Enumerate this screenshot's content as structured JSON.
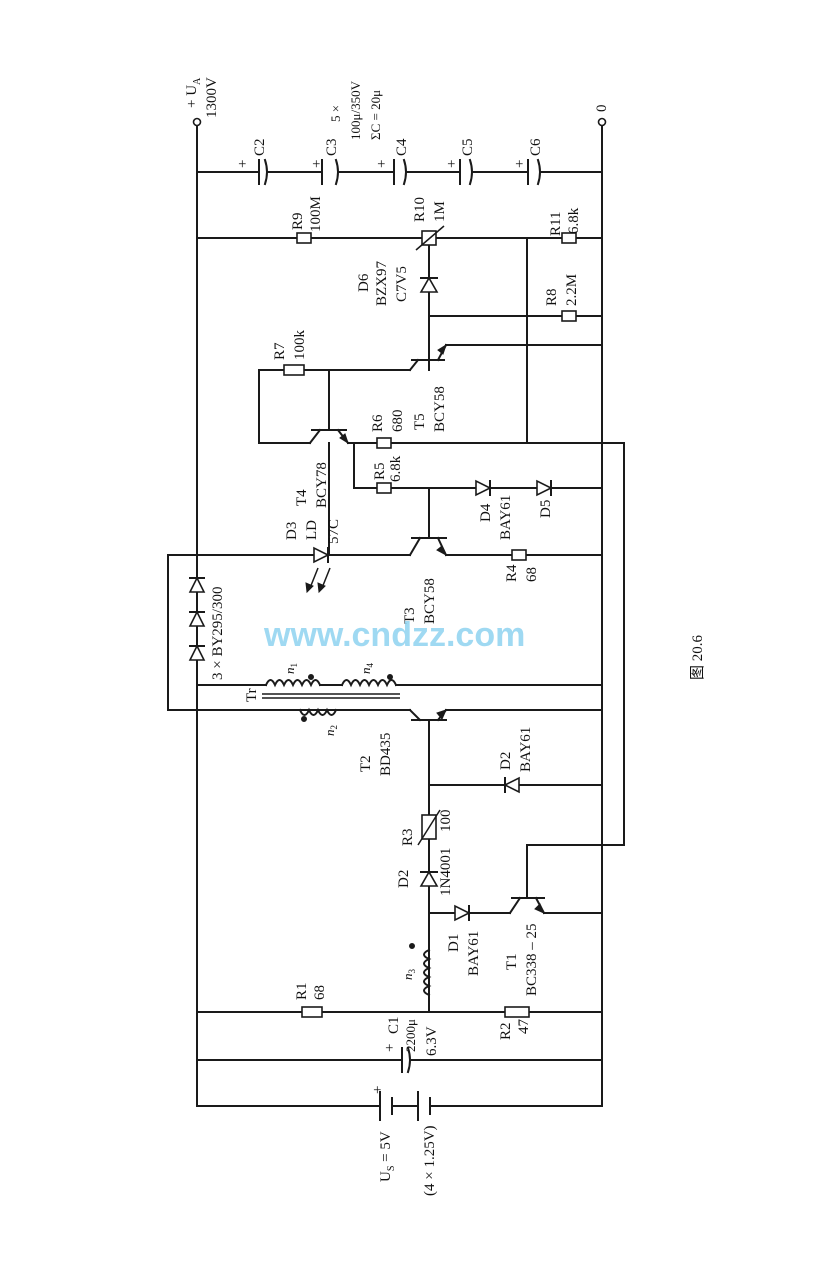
{
  "figure": {
    "caption": "图 20.6",
    "watermark": "www.cndzz.com"
  },
  "supply": {
    "output_label": "+ U_A",
    "output_label_main": "+ U",
    "output_label_sub": "A",
    "output_voltage": "1300V",
    "ground_label": "0",
    "input_label_main": "U",
    "input_label_sub": "S",
    "input_label_value": " = 5V",
    "input_battery": "(4 × 1.25V)"
  },
  "capacitors": {
    "note_line1": "5 ×",
    "note_line2": "100μ/350V",
    "note_line3": "ΣC = 20μ",
    "plus": "+",
    "c2": "C2",
    "c3": "C3",
    "c4": "C4",
    "c5": "C5",
    "c6": "C6",
    "c1_name": "C1",
    "c1_value": "2200μ",
    "c1_voltage": "6.3V"
  },
  "resistors": {
    "r1_name": "R1",
    "r1_value": "68",
    "r2_name": "R2",
    "r2_value": "47",
    "r3_name": "R3",
    "r3_value": "100",
    "r4_name": "R4",
    "r4_value": "68",
    "r5_name": "R5",
    "r5_value": "6.8k",
    "r6_name": "R6",
    "r6_value": "680",
    "r7_name": "R7",
    "r7_value": "100k",
    "r8_name": "R8",
    "r8_value": "2.2M",
    "r9_name": "R9",
    "r9_value": "100M",
    "r10_name": "R10",
    "r10_value": "1M",
    "r11_name": "R11",
    "r11_value": "6.8k"
  },
  "semiconductors": {
    "t1_name": "T1",
    "t1_type": "BC338 – 25",
    "t2_name": "T2",
    "t2_type": "BD435",
    "t3_name": "T3",
    "t3_type": "BCY58",
    "t4_name": "T4",
    "t4_type": "BCY78",
    "t5_name": "T5",
    "t5_type": "BCY58",
    "d1_name": "D1",
    "d1_type": "BAY61",
    "d2_name": "D2",
    "d2_type": "1N4001",
    "d2b_name": "D2",
    "d2b_type": "BAY61",
    "d3_name": "D3",
    "d3_type": "LD",
    "d3_code": "57C",
    "d4_name": "D4",
    "d4_type": "BAY61",
    "d5_name": "D5",
    "d6_name": "D6",
    "d6_type": "BZX97",
    "d6_code": "C7V5",
    "rect_label": "3 × BY295/300"
  },
  "transformer": {
    "name": "Tr",
    "n1": "n",
    "n1_sub": "1",
    "n2": "n",
    "n2_sub": "2",
    "n3": "n",
    "n3_sub": "3",
    "n4": "n",
    "n4_sub": "4"
  }
}
